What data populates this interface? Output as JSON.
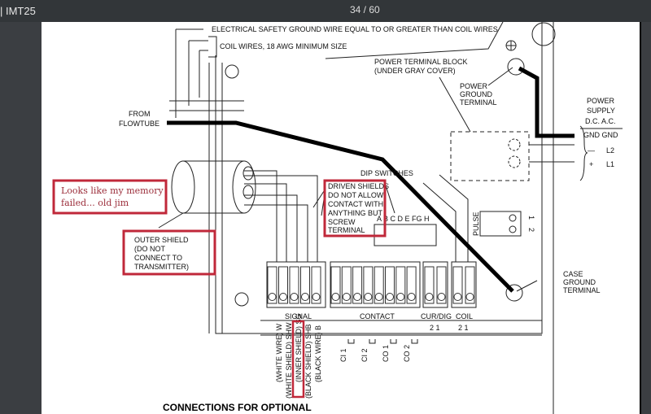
{
  "viewer": {
    "title": "| IMT25",
    "page_indicator": "34 / 60"
  },
  "diagram": {
    "ground_wire_label": "ELECTRICAL SAFETY GROUND WIRE EQUAL TO OR GREATER THAN COIL WIRES",
    "coil_wires_label": "COIL WIRES, 18 AWG MINIMUM SIZE",
    "from_flowtube": [
      "FROM",
      "FLOWTUBE"
    ],
    "power_terminal_block": [
      "POWER TERMINAL BLOCK",
      "(UNDER GRAY COVER)"
    ],
    "power_ground_terminal": [
      "POWER",
      "GROUND",
      "TERMINAL"
    ],
    "power_supply": [
      "POWER",
      "SUPPLY",
      "D.C. A.C.",
      "GND GND"
    ],
    "supply_rows": [
      {
        "dc": "—",
        "ac": "L2"
      },
      {
        "dc": "+",
        "ac": "L1"
      }
    ],
    "dip_switches": "DIP SWITCHES",
    "dip_letters": "A B C D E   FG H",
    "driven_shields": [
      "DRIVEN SHIELDS",
      "DO NOT ALLOW",
      "CONTACT WITH",
      "ANYTHING BUT",
      "SCREW",
      "TERMINAL"
    ],
    "outer_shield": [
      "OUTER SHIELD",
      "(DO NOT",
      "CONNECT TO",
      "TRANSMITTER)"
    ],
    "annotation": [
      "Looks like my memory",
      "failed... old jim"
    ],
    "pulse": "PULSE",
    "pulse_numbers": [
      "1",
      "2"
    ],
    "case_ground_terminal": [
      "CASE",
      "GROUND",
      "TERMINAL"
    ],
    "block_labels": {
      "signal": "SIGNAL",
      "contact": "CONTACT",
      "cur_dig": "CUR/DIG",
      "coil": "COIL"
    },
    "cur_dig_numbers": "2  1",
    "coil_numbers": "2  1",
    "signal_wires": [
      "(WHITE WIRE) W",
      "(WHITE SHIELD) SHW",
      "(INNER SHIELD) SG",
      "(BLACK SHIELD) SHB",
      "(BLACK WIRE) B"
    ],
    "contact_labels": [
      "CI 1",
      "CI 2",
      "CO 1",
      "CO 2"
    ],
    "footer_heading": "CONNECTIONS FOR OPTIONAL"
  },
  "colors": {
    "annotation_red": "#c0283a",
    "toolbar": "#323639"
  }
}
